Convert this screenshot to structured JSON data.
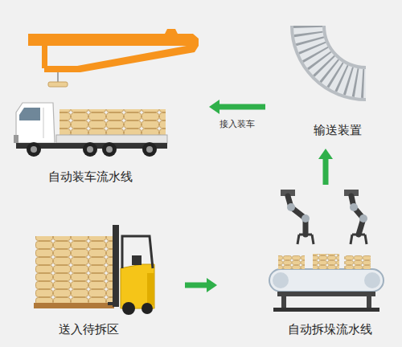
{
  "diagram": {
    "nodes": [
      {
        "text": [
          "自动装车流水线"
        ]
      },
      {
        "text": [
          "输送装置"
        ]
      },
      {
        "text": [
          "送入待拆区"
        ]
      },
      {
        "text": [
          "自动拆垛流水线"
        ]
      }
    ],
    "edges": [
      {
        "from": 2,
        "to": 3,
        "arrow": "to"
      },
      {
        "from": 3,
        "to": 1,
        "arrow": "to"
      },
      {
        "from": 1,
        "to": 0,
        "label": "接入装车",
        "arrow": "to"
      }
    ]
  }
}
